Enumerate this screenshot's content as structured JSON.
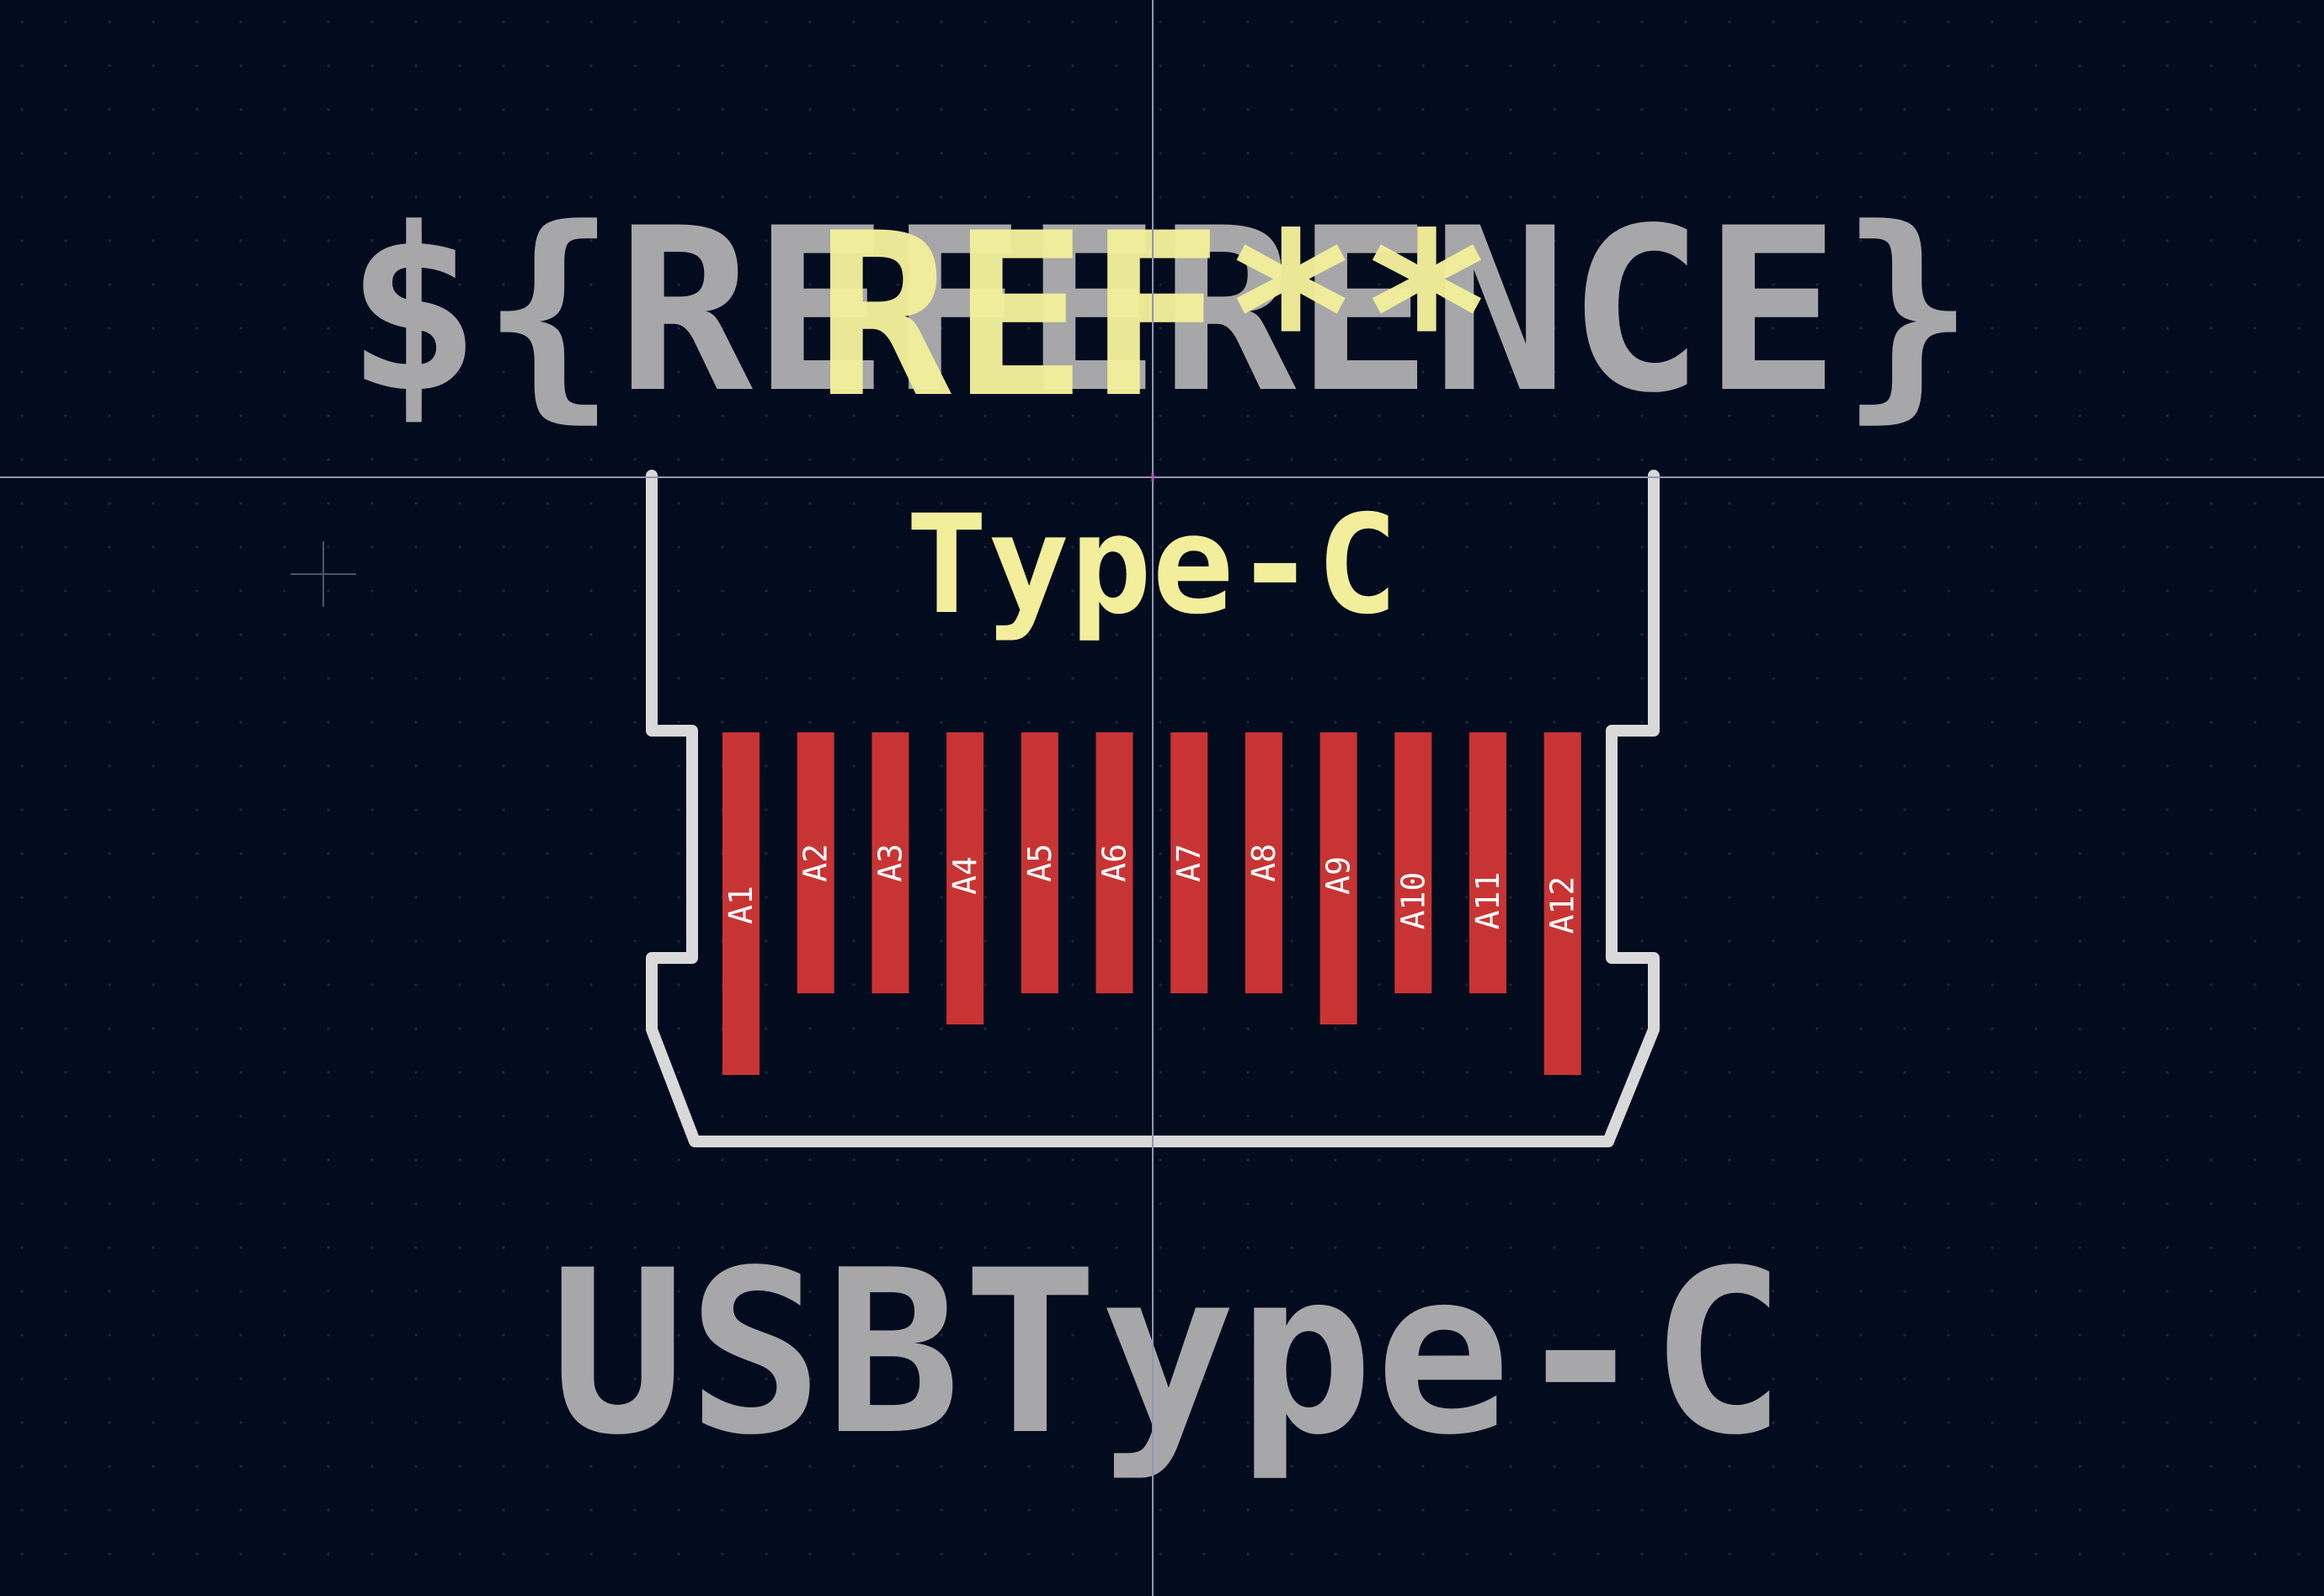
{
  "footprint": {
    "reference_field": "${REFERENCE}",
    "reference_designator": "REF**",
    "silk_label": "Type-C",
    "value_field": "USBType-C"
  },
  "pads": [
    {
      "label": "A1"
    },
    {
      "label": "A2"
    },
    {
      "label": "A3"
    },
    {
      "label": "A4"
    },
    {
      "label": "A5"
    },
    {
      "label": "A6"
    },
    {
      "label": "A7"
    },
    {
      "label": "A8"
    },
    {
      "label": "A9"
    },
    {
      "label": "A10"
    },
    {
      "label": "A11"
    },
    {
      "label": "A12"
    }
  ],
  "colors": {
    "background": "#020c1e",
    "fab_text": "#a7a7a9",
    "silkscreen": "#f2ee9b",
    "outline": "#d9d9d9",
    "pad": "#c83434",
    "pad_text": "#ffffff",
    "crosshair": "#8e97b8",
    "grid_dot": "#1a2540"
  }
}
